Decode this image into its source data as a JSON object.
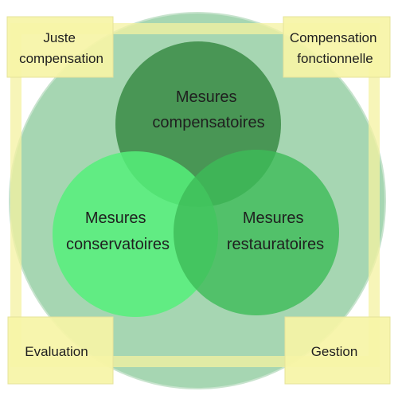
{
  "diagram": {
    "circles": {
      "top": {
        "lines": [
          "Mesures",
          "compensatoires"
        ],
        "color": "#3f8f4a"
      },
      "left": {
        "lines": [
          "Mesures",
          "conservatoires"
        ],
        "color": "#55f07a"
      },
      "right": {
        "lines": [
          "Mesures",
          "restauratoires"
        ],
        "color": "#3dbb58"
      }
    },
    "corners": {
      "top_left": {
        "lines": [
          "Juste",
          "compensation"
        ]
      },
      "top_right": {
        "lines": [
          "Compensation",
          "fonctionnelle"
        ]
      },
      "bottom_left": {
        "lines": [
          "Evaluation"
        ]
      },
      "bottom_right": {
        "lines": [
          "Gestion"
        ]
      }
    },
    "colors": {
      "outer_circle": "#a6d6b2",
      "box_fill": "#f6f4a6",
      "frame": "#f4f2a0"
    }
  }
}
